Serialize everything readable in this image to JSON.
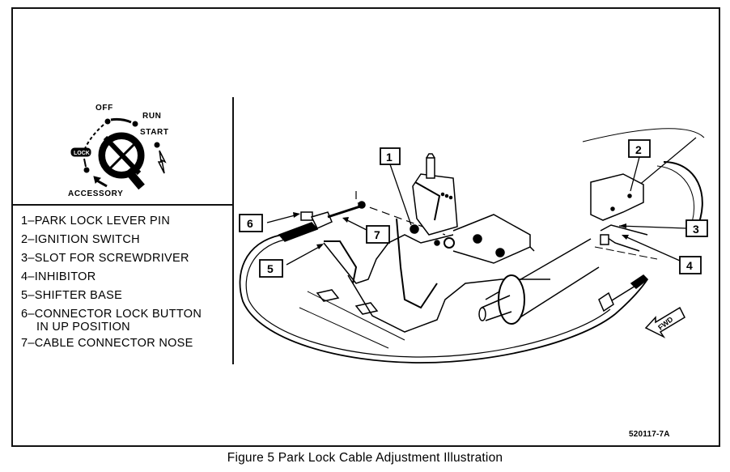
{
  "figure": {
    "caption": "Figure 5 Park Lock Cable Adjustment Illustration",
    "reference_number": "520117-7A"
  },
  "ignition_switch_positions": {
    "off": "OFF",
    "run": "RUN",
    "start": "START",
    "lock": "LOCK",
    "accessory": "ACCESSORY"
  },
  "legend": [
    {
      "number": "1",
      "text": "1–PARK LOCK LEVER PIN"
    },
    {
      "number": "2",
      "text": "2–IGNITION SWITCH"
    },
    {
      "number": "3",
      "text": "3–SLOT FOR SCREWDRIVER"
    },
    {
      "number": "4",
      "text": "4–INHIBITOR"
    },
    {
      "number": "5",
      "text": "5–SHIFTER BASE"
    },
    {
      "number": "6",
      "text": "6–CONNECTOR LOCK BUTTON",
      "text_line2": "IN UP POSITION"
    },
    {
      "number": "7",
      "text": "7–CABLE CONNECTOR NOSE"
    }
  ],
  "callouts": [
    {
      "label": "1"
    },
    {
      "label": "2"
    },
    {
      "label": "3"
    },
    {
      "label": "4"
    },
    {
      "label": "5"
    },
    {
      "label": "6"
    },
    {
      "label": "7"
    }
  ],
  "direction_arrow": {
    "label": "FWD"
  }
}
